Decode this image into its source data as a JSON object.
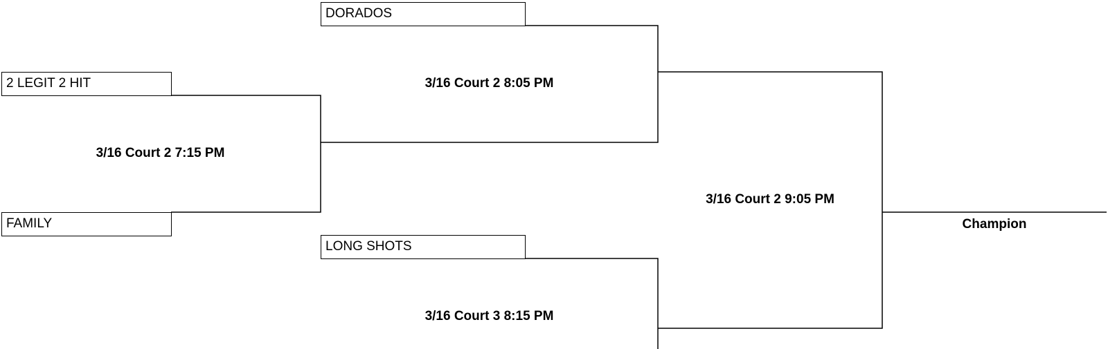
{
  "bracket": {
    "round1": {
      "team_top": "2 LEGIT 2 HIT",
      "team_bottom": "FAMILY",
      "game": "3/16 Court 2 7:15 PM"
    },
    "round2_top": {
      "team": "DORADOS",
      "game": "3/16 Court 2 8:05 PM"
    },
    "round2_bottom": {
      "team": "LONG SHOTS",
      "game": "3/16 Court 3 8:15 PM"
    },
    "final": {
      "game": "3/16 Court 2 9:05 PM"
    },
    "champion_label": "Champion"
  }
}
